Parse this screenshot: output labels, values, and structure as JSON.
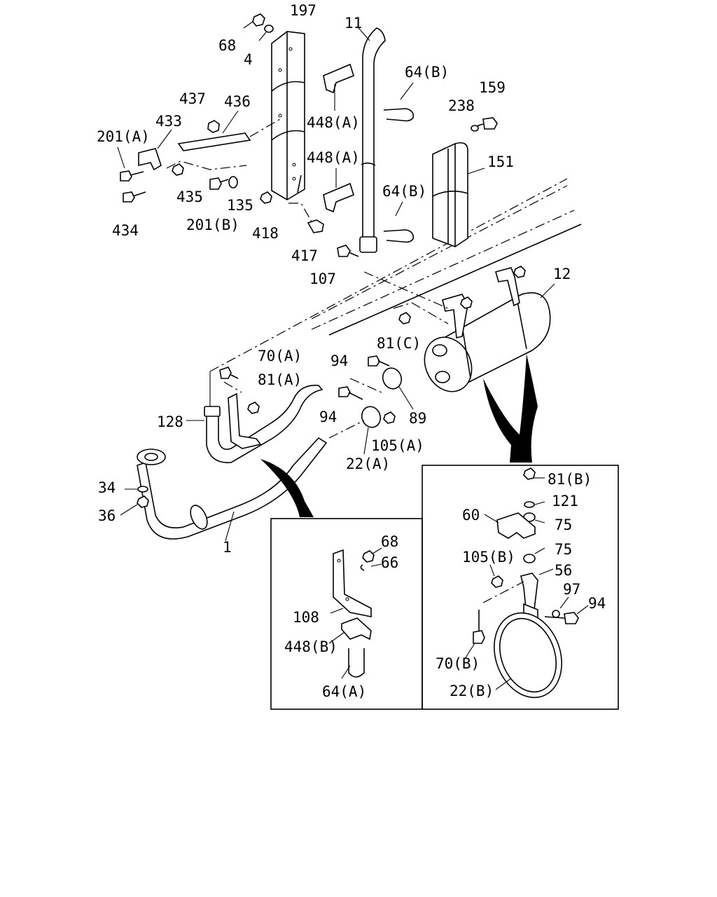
{
  "labels": {
    "l197": "197",
    "l68a": "68",
    "l4": "4",
    "l11": "11",
    "l64b_top": "64(B)",
    "l437": "437",
    "l436": "436",
    "l433": "433",
    "l201a": "201(A)",
    "l448a_top": "448(A)",
    "l238": "238",
    "l159": "159",
    "l448a_mid": "448(A)",
    "l151": "151",
    "l64b_mid": "64(B)",
    "l435": "435",
    "l135": "135",
    "l201b": "201(B)",
    "l434": "434",
    "l418": "418",
    "l417": "417",
    "l107": "107",
    "l12": "12",
    "l81c": "81(C)",
    "l70a": "70(A)",
    "l94a": "94",
    "l81a": "81(A)",
    "l94b": "94",
    "l89": "89",
    "l128": "128",
    "l105a": "105(A)",
    "l22a": "22(A)",
    "l34": "34",
    "l36": "36",
    "l1": "1",
    "l81b": "81(B)",
    "l121": "121",
    "l60": "60",
    "l75a": "75",
    "l75b": "75",
    "l105b": "105(B)",
    "l56": "56",
    "l97": "97",
    "l94c": "94",
    "l70b": "70(B)",
    "l22b": "22(B)",
    "l68b": "68",
    "l66": "66",
    "l108": "108",
    "l448b": "448(B)",
    "l64a": "64(A)"
  }
}
